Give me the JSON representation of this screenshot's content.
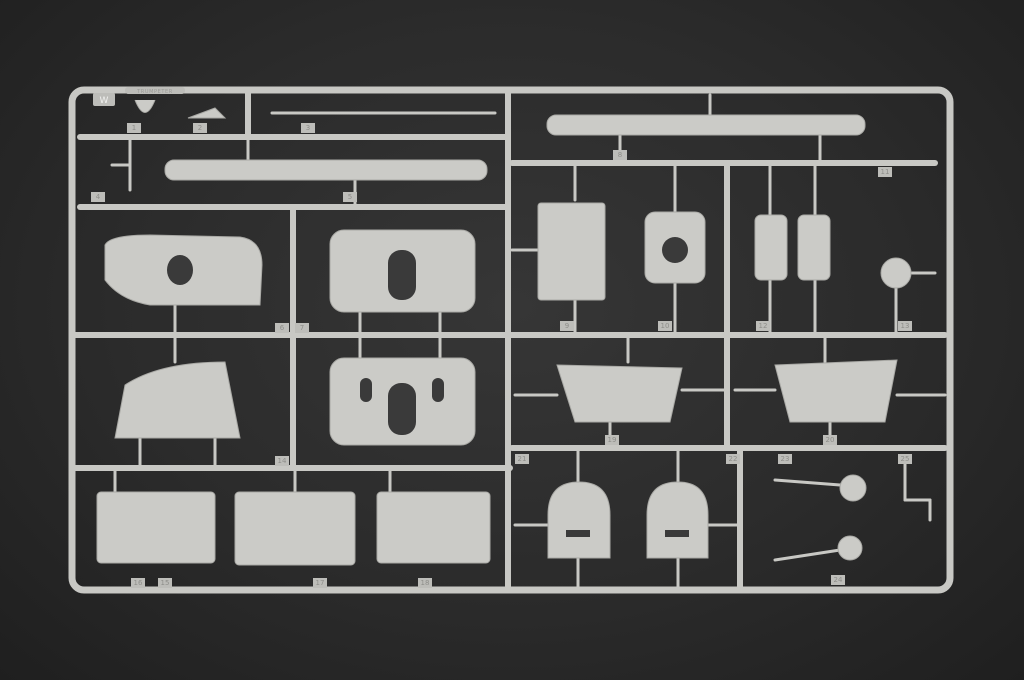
{
  "sprue": {
    "letter": "W",
    "brand_marking": "TRUMPETER",
    "part_numbers": [
      "1",
      "2",
      "3",
      "4",
      "5",
      "6",
      "7",
      "8",
      "9",
      "10",
      "11",
      "12",
      "13",
      "14",
      "15",
      "16",
      "17",
      "18",
      "19",
      "20",
      "21",
      "22",
      "23",
      "24",
      "25"
    ]
  },
  "colors": {
    "background": "#2b2b2b",
    "plastic": "#cbcbc7"
  }
}
